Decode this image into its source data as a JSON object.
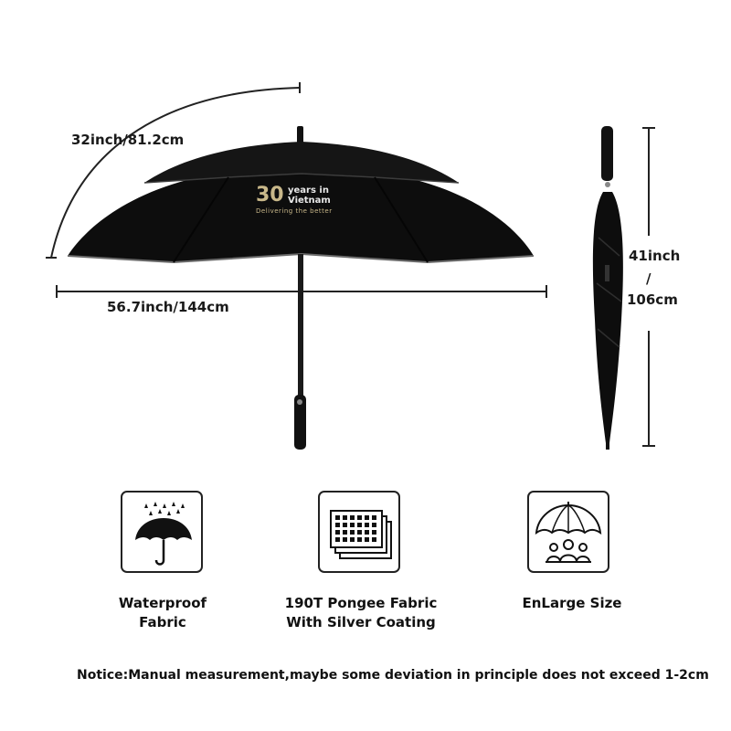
{
  "measurements": {
    "arc_length": "32inch/81.2cm",
    "open_width": "56.7inch/144cm",
    "closed_length_top": "41inch",
    "closed_length_sep": "/",
    "closed_length_bottom": "106cm"
  },
  "canopy_print": {
    "number": "30",
    "line1": "years in",
    "line2": "Vietnam",
    "tagline": "Delivering the better"
  },
  "features": [
    {
      "icon": "umbrella-rain-icon",
      "line1": "Waterproof",
      "line2": "Fabric"
    },
    {
      "icon": "fabric-layers-icon",
      "line1": "190T Pongee Fabric",
      "line2": "With Silver Coating"
    },
    {
      "icon": "umbrella-people-icon",
      "line1": "EnLarge Size",
      "line2": ""
    }
  ],
  "notice": "Notice:Manual measurement,maybe some deviation in principle does not exceed 1-2cm",
  "colors": {
    "canopy": "#0d0d0d",
    "print_gold": "#c9b88a",
    "print_white": "#e8e8e8"
  }
}
